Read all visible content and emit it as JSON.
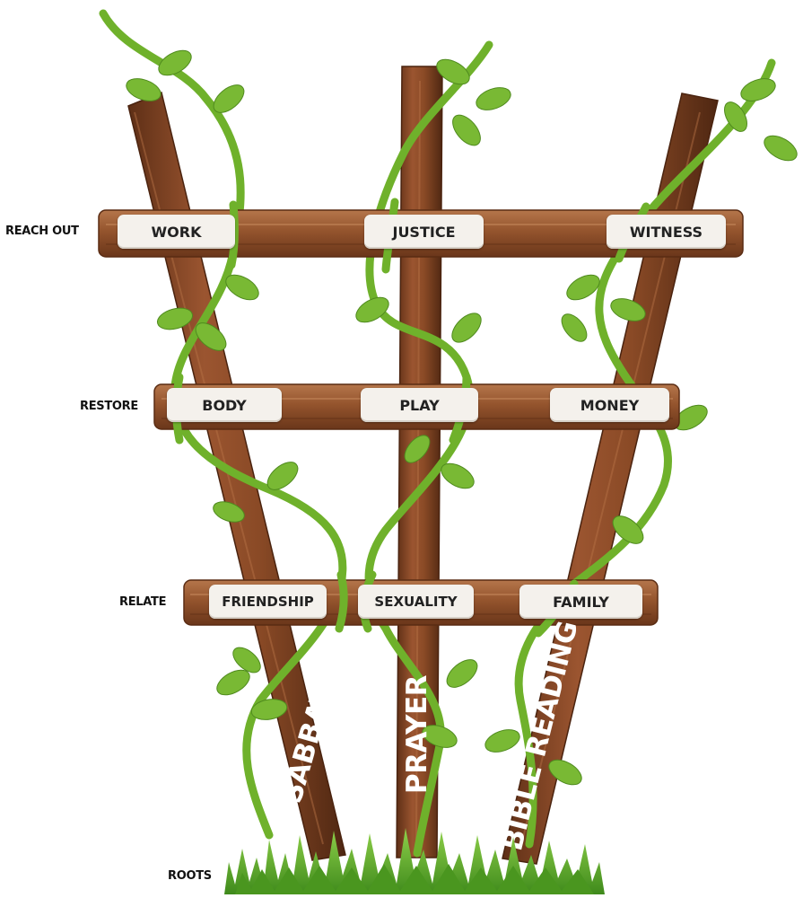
{
  "tiers": {
    "reach_out": {
      "label": "REACH OUT",
      "items": [
        "WORK",
        "JUSTICE",
        "WITNESS"
      ]
    },
    "restore": {
      "label": "RESTORE",
      "items": [
        "BODY",
        "PLAY",
        "MONEY"
      ]
    },
    "relate": {
      "label": "RELATE",
      "items": [
        "FRIENDSHIP",
        "SEXUALITY",
        "FAMILY"
      ]
    },
    "roots": {
      "label": "ROOTS"
    }
  },
  "posts": [
    "SABBATH",
    "PRAYER",
    "BIBLE READING"
  ],
  "colors": {
    "wood": "#8a4a26",
    "wood_dark": "#5e2f16",
    "wood_light": "#b06a3e",
    "vine": "#6fb12b",
    "leaf": "#79b934",
    "grass": "#5fae2a",
    "plaque": "#f4f1ec"
  }
}
